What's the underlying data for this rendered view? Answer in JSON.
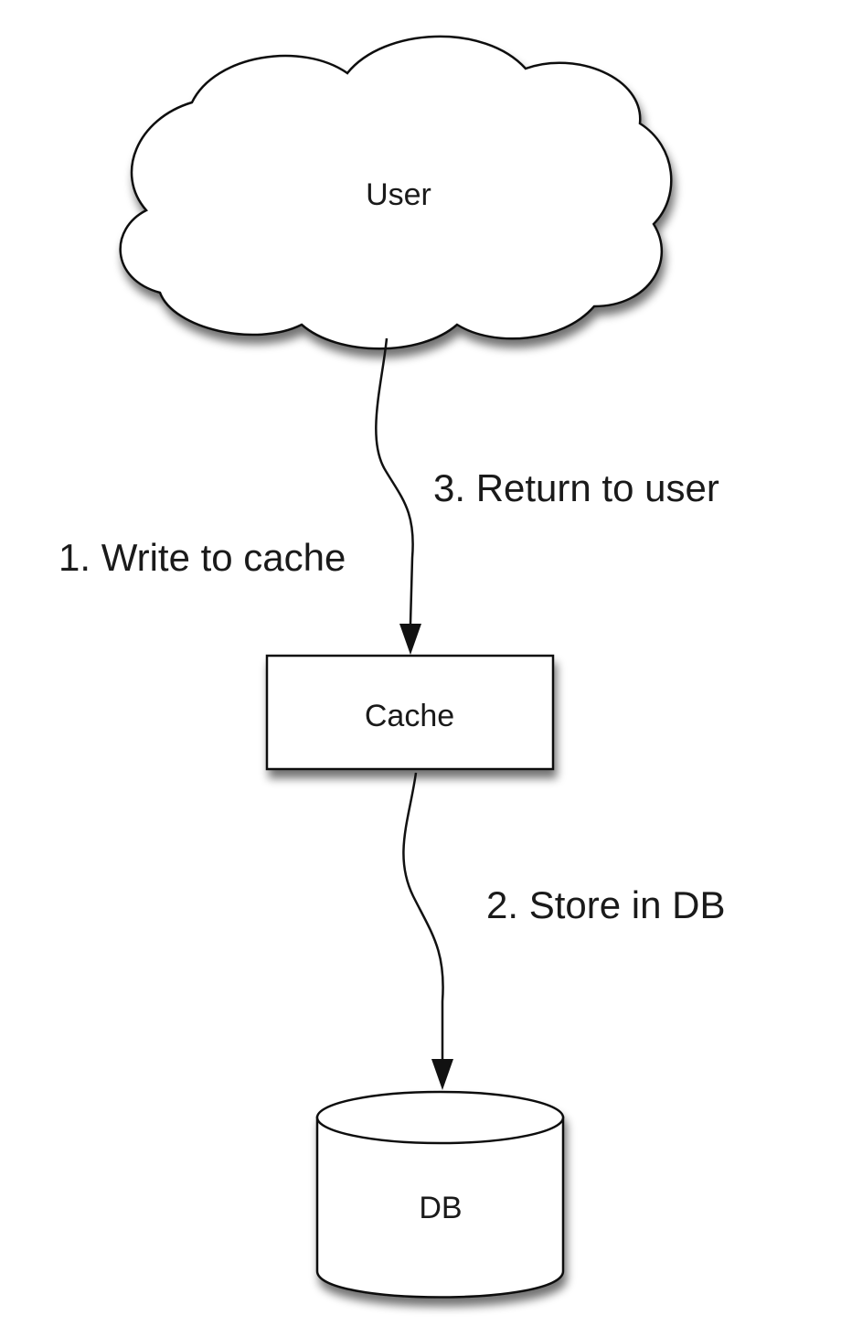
{
  "nodes": {
    "user": {
      "label": "User",
      "shape": "cloud"
    },
    "cache": {
      "label": "Cache",
      "shape": "rectangle"
    },
    "db": {
      "label": "DB",
      "shape": "cylinder"
    }
  },
  "edges": [
    {
      "from": "user",
      "to": "cache",
      "labels": [
        "1. Write to cache",
        "3. Return to user"
      ]
    },
    {
      "from": "cache",
      "to": "db",
      "labels": [
        "2. Store in DB"
      ]
    }
  ],
  "colors": {
    "stroke": "#111111",
    "fill": "#ffffff",
    "shadow": "#000000"
  }
}
